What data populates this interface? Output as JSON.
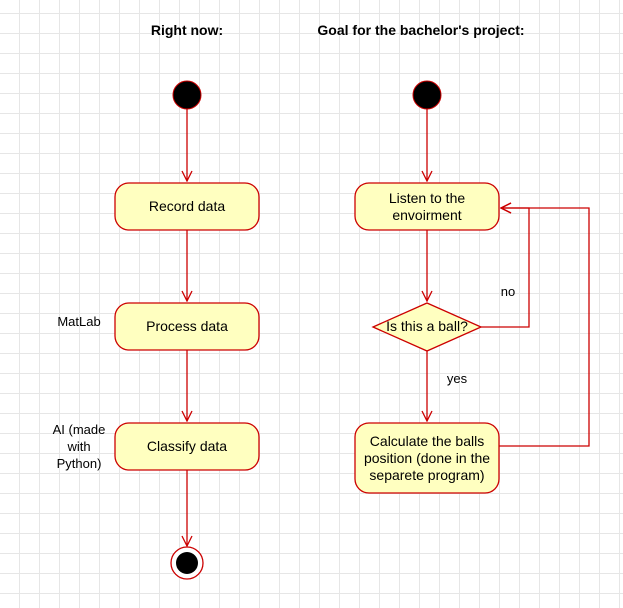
{
  "titles": {
    "left": "Right now:",
    "right": "Goal for the bachelor's project:"
  },
  "left_flow": {
    "record": "Record data",
    "process": "Process data",
    "classify": "Classify data"
  },
  "left_notes": {
    "matlab": "MatLab",
    "ai_line1": "AI (made",
    "ai_line2": "with",
    "ai_line3": "Python)"
  },
  "right_flow": {
    "listen_line1": "Listen to the",
    "listen_line2": "envoirment",
    "decision": "Is this a ball?",
    "calc_line1": "Calculate the balls",
    "calc_line2": "position (done in the",
    "calc_line3": "separete program)"
  },
  "edge_labels": {
    "no": "no",
    "yes": "yes"
  },
  "colors": {
    "stroke": "#cc0000",
    "fill": "#ffffc0",
    "grid": "#e6e6e6",
    "node_dot": "#000000"
  }
}
